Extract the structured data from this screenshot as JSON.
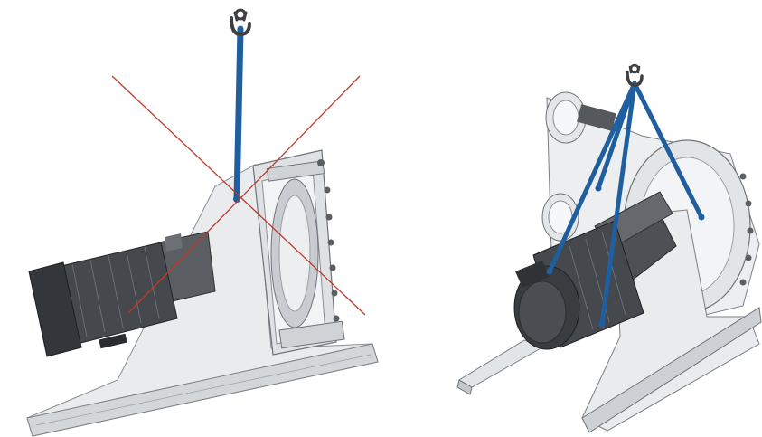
{
  "figure": {
    "panels": [
      {
        "name": "incorrect-single-point-lift",
        "status": "incorrect"
      },
      {
        "name": "correct-multi-point-lift",
        "status": "correct"
      }
    ]
  },
  "colors": {
    "sling": "#1f5fa0",
    "cross_out": "#c0392b",
    "steel_light": "#e6e8ea",
    "steel_mid": "#c4c8cc",
    "steel_edge": "#7b7f84",
    "motor_dark": "#3a3d40",
    "motor_mid": "#55595d",
    "hook": "#3d3f42"
  },
  "icons": {
    "hook": "lifting-hook-icon",
    "cross": "cross-out-icon"
  }
}
